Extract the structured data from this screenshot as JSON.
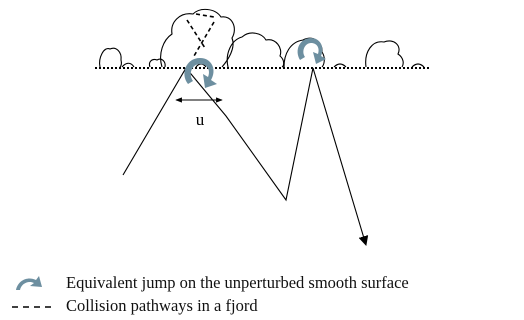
{
  "diagram": {
    "jump_length_label": "u"
  },
  "legend": {
    "items": [
      {
        "label": "Equivalent jump on the unperturbed smooth surface",
        "icon": "curved-arrow-icon",
        "color": "#6d8fa0"
      },
      {
        "label": "Collision pathways in a fjord",
        "icon": "dashed-line-icon",
        "color": "#000000"
      }
    ]
  },
  "colors": {
    "arrow": "#6d8fa0",
    "line": "#000000",
    "background": "#ffffff"
  }
}
